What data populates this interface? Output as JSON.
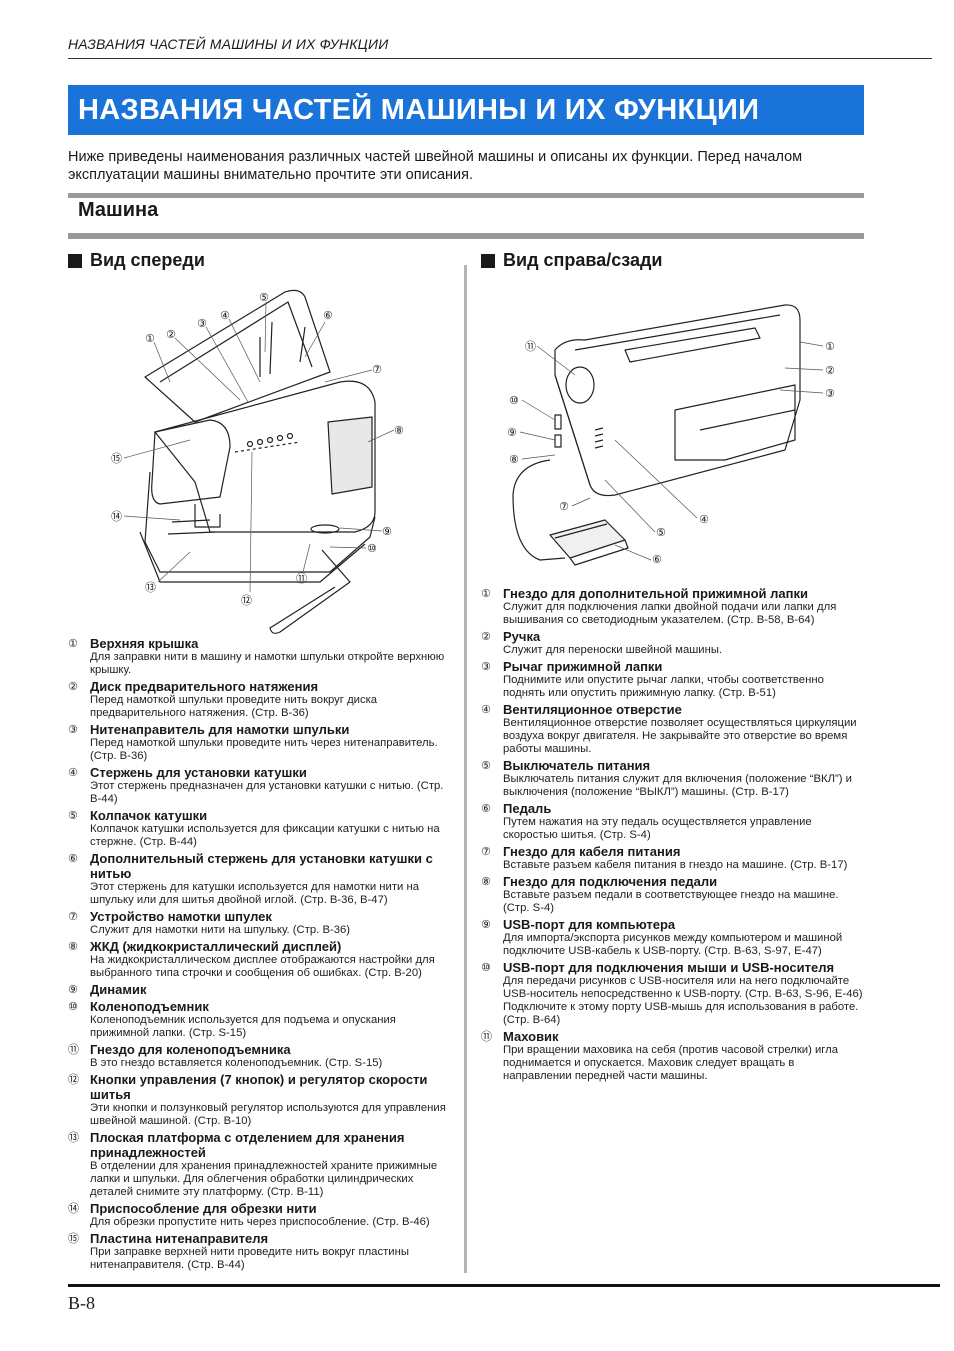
{
  "running_head": "НАЗВАНИЯ ЧАСТЕЙ МАШИНЫ И ИХ ФУНКЦИИ",
  "title": "НАЗВАНИЯ ЧАСТЕЙ МАШИНЫ И ИХ ФУНКЦИИ",
  "intro": "Ниже приведены наименования различных частей швейной машины и описаны их функции. Перед началом эксплуатации машины внимательно прочтите эти описания.",
  "section_title": "Машина",
  "left": {
    "heading": "Вид спереди",
    "callouts": [
      "①",
      "②",
      "③",
      "④",
      "⑤",
      "⑥",
      "⑦",
      "⑧",
      "⑨",
      "⑩",
      "⑪",
      "⑫",
      "⑬",
      "⑭",
      "⑮"
    ],
    "items": [
      {
        "n": "①",
        "title": "Верхняя крышка",
        "desc": "Для заправки нити в машину и намотки шпульки откройте верхнюю крышку."
      },
      {
        "n": "②",
        "title": "Диск предварительного натяжения",
        "desc": "Перед намоткой шпульки проведите нить вокруг диска предварительного натяжения. (Стр. B-36)"
      },
      {
        "n": "③",
        "title": "Нитенаправитель для намотки шпульки",
        "desc": "Перед намоткой шпульки проведите нить через нитенаправитель. (Стр. B-36)"
      },
      {
        "n": "④",
        "title": "Стержень для установки катушки",
        "desc": "Этот стержень предназначен для установки катушки с нитью. (Стр. B-44)"
      },
      {
        "n": "⑤",
        "title": "Колпачок катушки",
        "desc": "Колпачок катушки используется для фиксации катушки с нитью на стержне. (Стр. B-44)"
      },
      {
        "n": "⑥",
        "title": "Дополнительный стержень для установки катушки с нитью",
        "desc": "Этот стержень для катушки используется для намотки нити на шпульку или для шитья двойной иглой. (Стр. B-36, B-47)"
      },
      {
        "n": "⑦",
        "title": "Устройство намотки шпулек",
        "desc": "Служит для намотки нити на шпульку. (Стр. B-36)"
      },
      {
        "n": "⑧",
        "title": "ЖКД (жидкокристаллический дисплей)",
        "desc": "На жидкокристаллическом дисплее отображаются настройки для выбранного типа строчки и сообщения об ошибках. (Стр. B-20)"
      },
      {
        "n": "⑨",
        "title": "Динамик",
        "desc": ""
      },
      {
        "n": "⑩",
        "title": "Коленоподъемник",
        "desc": "Коленоподъемник используется для подъема и опускания прижимной лапки. (Стр. S-15)"
      },
      {
        "n": "⑪",
        "title": "Гнездо для коленоподъемника",
        "desc": "В это гнездо вставляется коленоподъемник. (Стр. S-15)"
      },
      {
        "n": "⑫",
        "title": "Кнопки управления (7 кнопок) и регулятор скорости шитья",
        "desc": "Эти кнопки и ползунковый регулятор используются для управления швейной машиной. (Стр. B-10)"
      },
      {
        "n": "⑬",
        "title": "Плоская платформа с отделением для хранения принадлежностей",
        "desc": "В отделении для хранения принадлежностей храните прижимные лапки и шпульки. Для облегчения обработки цилиндрических деталей снимите эту платформу. (Стр. B-11)"
      },
      {
        "n": "⑭",
        "title": "Приспособление для обрезки нити",
        "desc": "Для обрезки пропустите нить через приспособление. (Стр. B-46)"
      },
      {
        "n": "⑮",
        "title": "Пластина нитенаправителя",
        "desc": "При заправке верхней нити проведите нить вокруг пластины нитенаправителя. (Стр. B-44)"
      }
    ]
  },
  "right": {
    "heading": "Вид справа/сзади",
    "callouts": [
      "①",
      "②",
      "③",
      "④",
      "⑤",
      "⑥",
      "⑦",
      "⑧",
      "⑨",
      "⑩",
      "⑪"
    ],
    "items": [
      {
        "n": "①",
        "title": "Гнездо для дополнительной прижимной лапки",
        "desc": "Служит для подключения лапки двойной подачи или лапки для вышивания со светодиодным указателем. (Стр. B-58, B-64)"
      },
      {
        "n": "②",
        "title": "Ручка",
        "desc": "Служит для переноски швейной машины."
      },
      {
        "n": "③",
        "title": "Рычаг прижимной лапки",
        "desc": "Поднимите или опустите рычаг лапки, чтобы соответственно поднять или опустить прижимную лапку. (Стр. B-51)"
      },
      {
        "n": "④",
        "title": "Вентиляционное отверстие",
        "desc": "Вентиляционное отверстие позволяет осуществляться циркуляции воздуха вокруг двигателя. Не закрывайте это отверстие во время работы машины."
      },
      {
        "n": "⑤",
        "title": "Выключатель питания",
        "desc": "Выключатель питания служит для включения (положение “ВКЛ”) и выключения (положение “ВЫКЛ”) машины. (Стр. B-17)"
      },
      {
        "n": "⑥",
        "title": "Педаль",
        "desc": "Путем нажатия на эту педаль осуществляется управление скоростью шитья. (Стр. S-4)"
      },
      {
        "n": "⑦",
        "title": "Гнездо для кабеля питания",
        "desc": "Вставьте разъем кабеля питания в гнездо на машине. (Стр. B-17)"
      },
      {
        "n": "⑧",
        "title": "Гнездо для подключения педали",
        "desc": "Вставьте разъем педали в соответствующее гнездо на машине. (Стр. S-4)"
      },
      {
        "n": "⑨",
        "title": "USB-порт для компьютера",
        "desc": "Для импорта/экспорта рисунков между компьютером и машиной подключите USB-кабель к USB-порту. (Стр. B-63, S-97, E-47)"
      },
      {
        "n": "⑩",
        "title": "USB-порт для подключения мыши и USB-носителя",
        "desc": "Для передачи рисунков с USB-носителя или на него подключайте USB-носитель непосредственно к USB-порту. (Стр. B-63, S-96, E-46) Подключите к этому порту USB-мышь для использования в работе. (Стр. B-64)"
      },
      {
        "n": "⑪",
        "title": "Маховик",
        "desc": "При вращении маховика на себя (против часовой стрелки) игла поднимается и опускается. Маховик следует вращать в направлении передней части машины."
      }
    ]
  },
  "page_number": "B-8"
}
